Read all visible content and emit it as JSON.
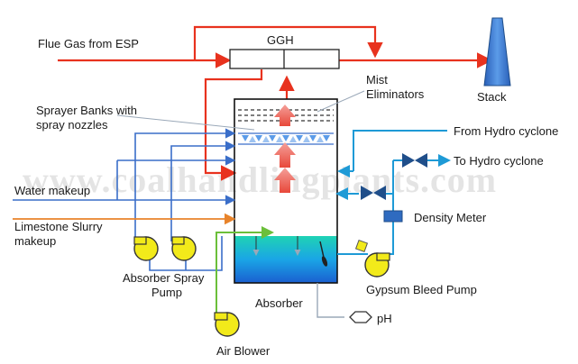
{
  "labels": {
    "flue_gas": "Flue Gas from ESP",
    "ggh": "GGH",
    "mist_eliminators": "Mist\nEliminators",
    "stack": "Stack",
    "sprayer_banks": "Sprayer Banks with\nspray nozzles",
    "from_hydro_cyclone": "From Hydro cyclone",
    "to_hydro_cyclone": "To Hydro cyclone",
    "water_makeup": "Water makeup",
    "density_meter": "Density Meter",
    "limestone_slurry": "Limestone Slurry\nmakeup",
    "absorber_spray_pump": "Absorber Spray\nPump",
    "absorber": "Absorber",
    "gypsum_bleed_pump": "Gypsum Bleed Pump",
    "ph": "pH",
    "air_blower": "Air Blower"
  },
  "watermark": "www.coalhandlingplants.com",
  "colors": {
    "flue_gas_line": "#e8321e",
    "water_line": "#3a6ec9",
    "hydro_line": "#1e9ad6",
    "limestone_line": "#e8832a",
    "air_line": "#6bbf3a",
    "ph_line": "#9aa8b8",
    "pump_fill": "#f2ea1a",
    "slurry_top": "#1fd3b4",
    "slurry_bottom": "#1a6fe0",
    "stack_fill": "#3b7dd8",
    "valve_fill": "#1f4e8a"
  }
}
